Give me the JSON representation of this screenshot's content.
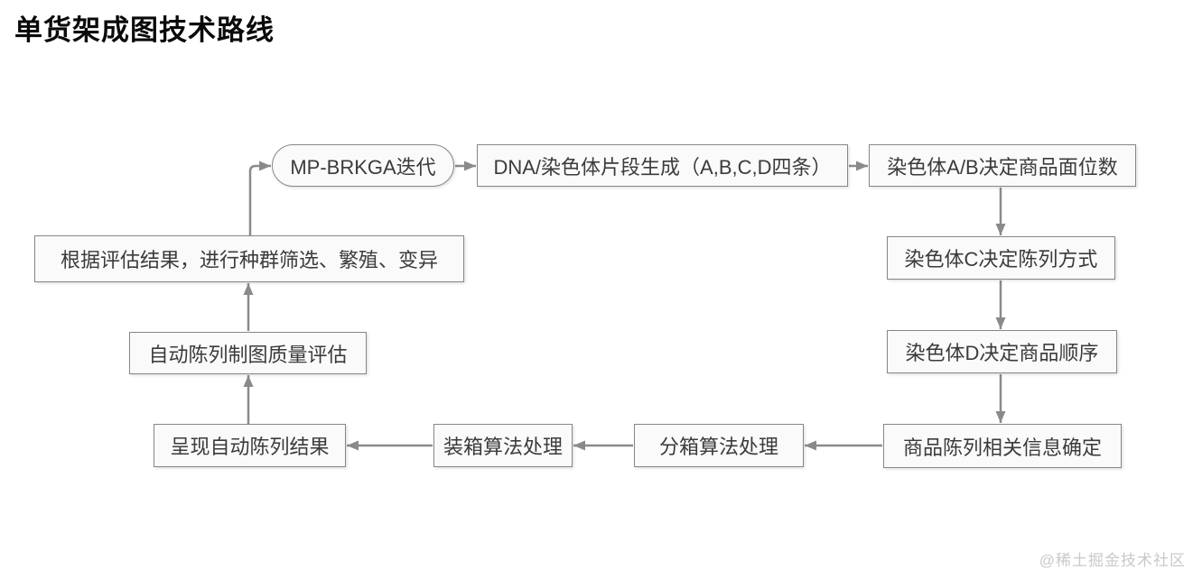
{
  "page": {
    "title": "单货架成图技术路线",
    "watermark": "@稀土掘金技术社区"
  },
  "flowchart": {
    "nodes": {
      "mp_brkga": {
        "label": "MP-BRKGA迭代",
        "shape": "stadium"
      },
      "dna_generation": {
        "label": "DNA/染色体片段生成（A,B,C,D四条）",
        "shape": "rect"
      },
      "chromosome_ab": {
        "label": "染色体A/B决定商品面位数",
        "shape": "rect"
      },
      "chromosome_c": {
        "label": "染色体C决定陈列方式",
        "shape": "rect"
      },
      "chromosome_d": {
        "label": "染色体D决定商品顺序",
        "shape": "rect"
      },
      "display_info": {
        "label": "商品陈列相关信息确定",
        "shape": "rect"
      },
      "bin_split": {
        "label": "分箱算法处理",
        "shape": "rect"
      },
      "bin_pack": {
        "label": "装箱算法处理",
        "shape": "rect"
      },
      "present_result": {
        "label": "呈现自动陈列结果",
        "shape": "rect"
      },
      "quality_eval": {
        "label": "自动陈列制图质量评估",
        "shape": "rect"
      },
      "population_update": {
        "label": "根据评估结果，进行种群筛选、繁殖、变异",
        "shape": "rect"
      }
    },
    "edges": [
      {
        "from": "population_update",
        "to": "mp_brkga"
      },
      {
        "from": "mp_brkga",
        "to": "dna_generation"
      },
      {
        "from": "dna_generation",
        "to": "chromosome_ab"
      },
      {
        "from": "chromosome_ab",
        "to": "chromosome_c"
      },
      {
        "from": "chromosome_c",
        "to": "chromosome_d"
      },
      {
        "from": "chromosome_d",
        "to": "display_info"
      },
      {
        "from": "display_info",
        "to": "bin_split"
      },
      {
        "from": "bin_split",
        "to": "bin_pack"
      },
      {
        "from": "bin_pack",
        "to": "present_result"
      },
      {
        "from": "present_result",
        "to": "quality_eval"
      },
      {
        "from": "quality_eval",
        "to": "population_update"
      }
    ],
    "colors": {
      "node_fill": "#fafafa",
      "node_border": "#878787",
      "node_text": "#3b3b3b",
      "arrow": "#8a8a8a",
      "title_text": "#0a0a0a",
      "watermark_text": "#c9c9c9"
    }
  }
}
